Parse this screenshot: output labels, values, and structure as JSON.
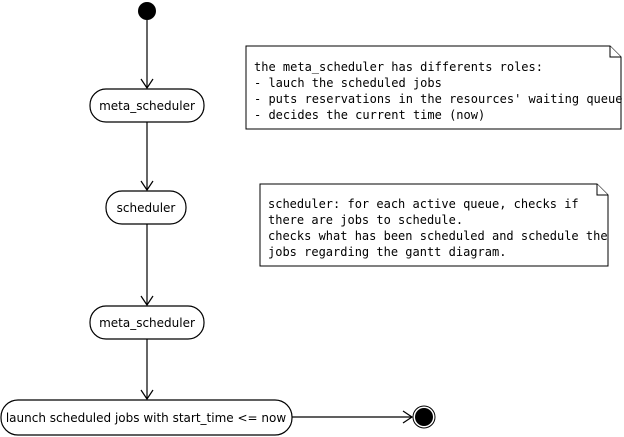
{
  "colors": {
    "stroke": "#000000",
    "fill": "#ffffff",
    "dot": "#000000"
  },
  "nodes": {
    "meta_scheduler_1": "meta_scheduler",
    "scheduler": "scheduler",
    "meta_scheduler_2": "meta_scheduler",
    "launch": "launch scheduled jobs with start_time <= now"
  },
  "notes": {
    "meta_scheduler_roles": [
      "the meta_scheduler has differents roles:",
      "- lauch the scheduled jobs",
      "- puts reservations in the resources' waiting queue",
      "- decides the current time (now)"
    ],
    "scheduler_description": [
      "scheduler: for each active queue, checks if",
      "there are jobs to schedule.",
      "checks what has been scheduled and schedule the",
      "jobs regarding the gantt diagram."
    ]
  }
}
